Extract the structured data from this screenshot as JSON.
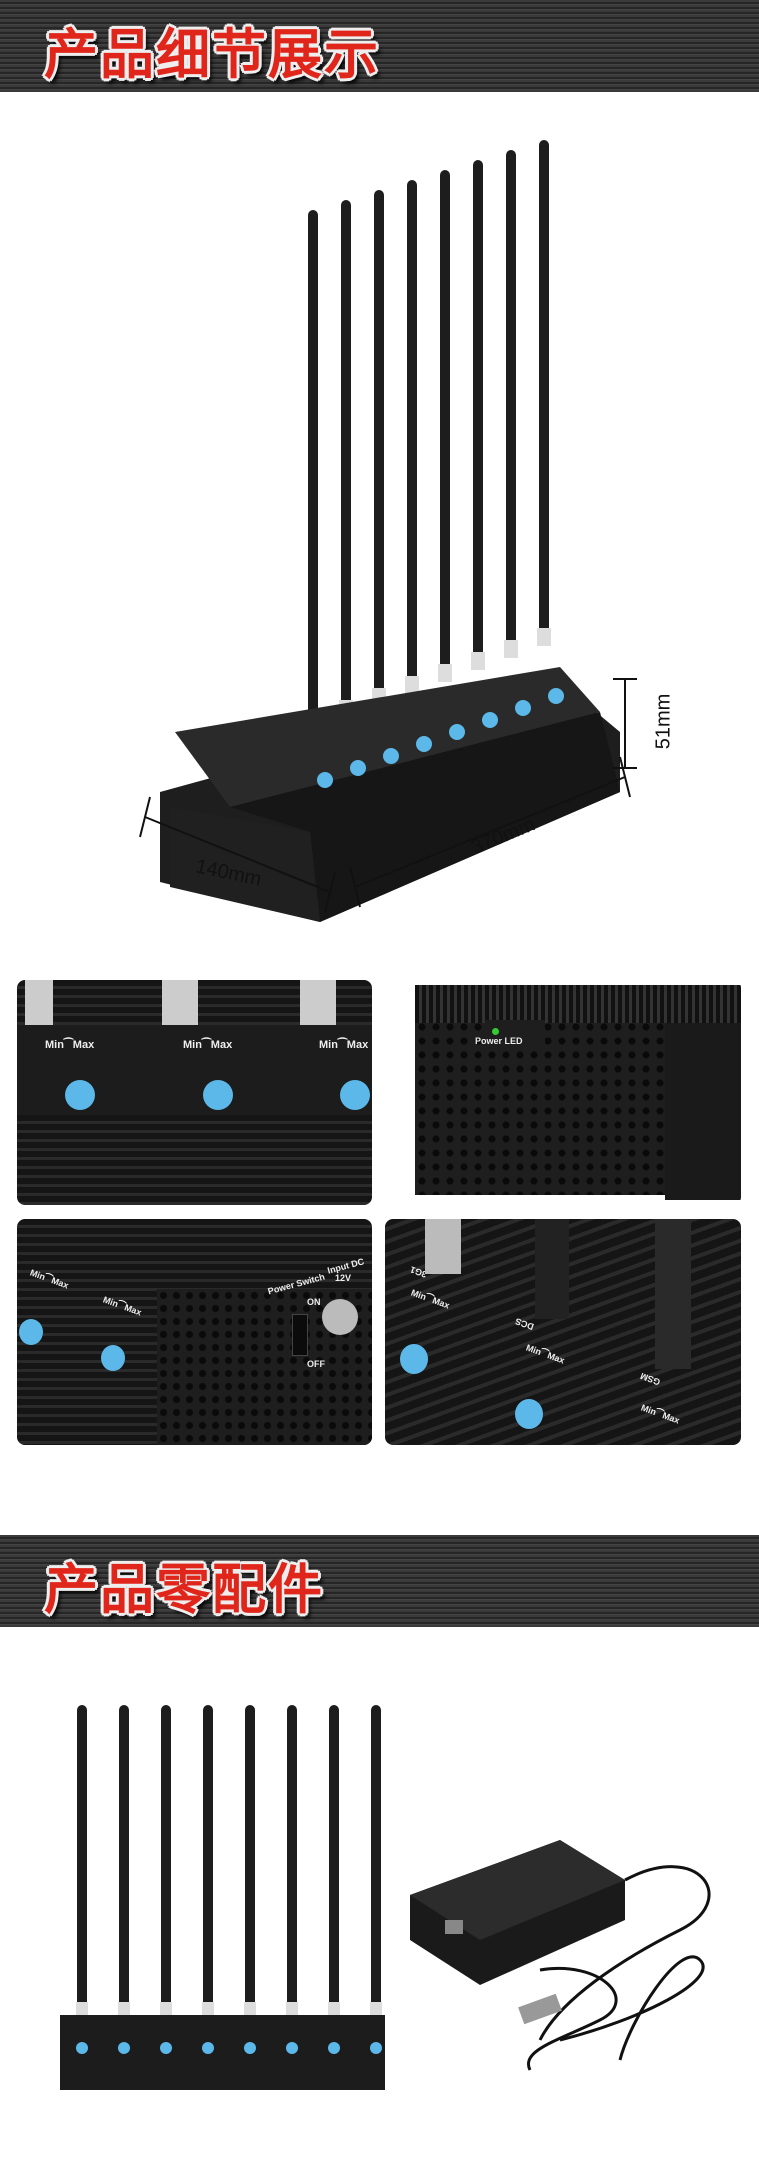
{
  "section1": {
    "title": "产品细节展示"
  },
  "dimensions": {
    "width": "140mm",
    "length": "370mm",
    "height": "51mm"
  },
  "details": {
    "knob_min": "Min",
    "knob_max": "Max",
    "power_led": "Power LED",
    "power_switch": "Power Switch",
    "on": "ON",
    "off": "OFF",
    "input_dc": "Input DC",
    "voltage": "12V",
    "band_dcs": "DCS",
    "band_gsm": "GSM",
    "band_3g": "3G1"
  },
  "section2": {
    "title": "产品零配件"
  },
  "colors": {
    "banner": "#2e2e2e",
    "title_red": "#e0261b",
    "knob_blue": "#5bb8e8",
    "device": "#1b1b1b"
  }
}
